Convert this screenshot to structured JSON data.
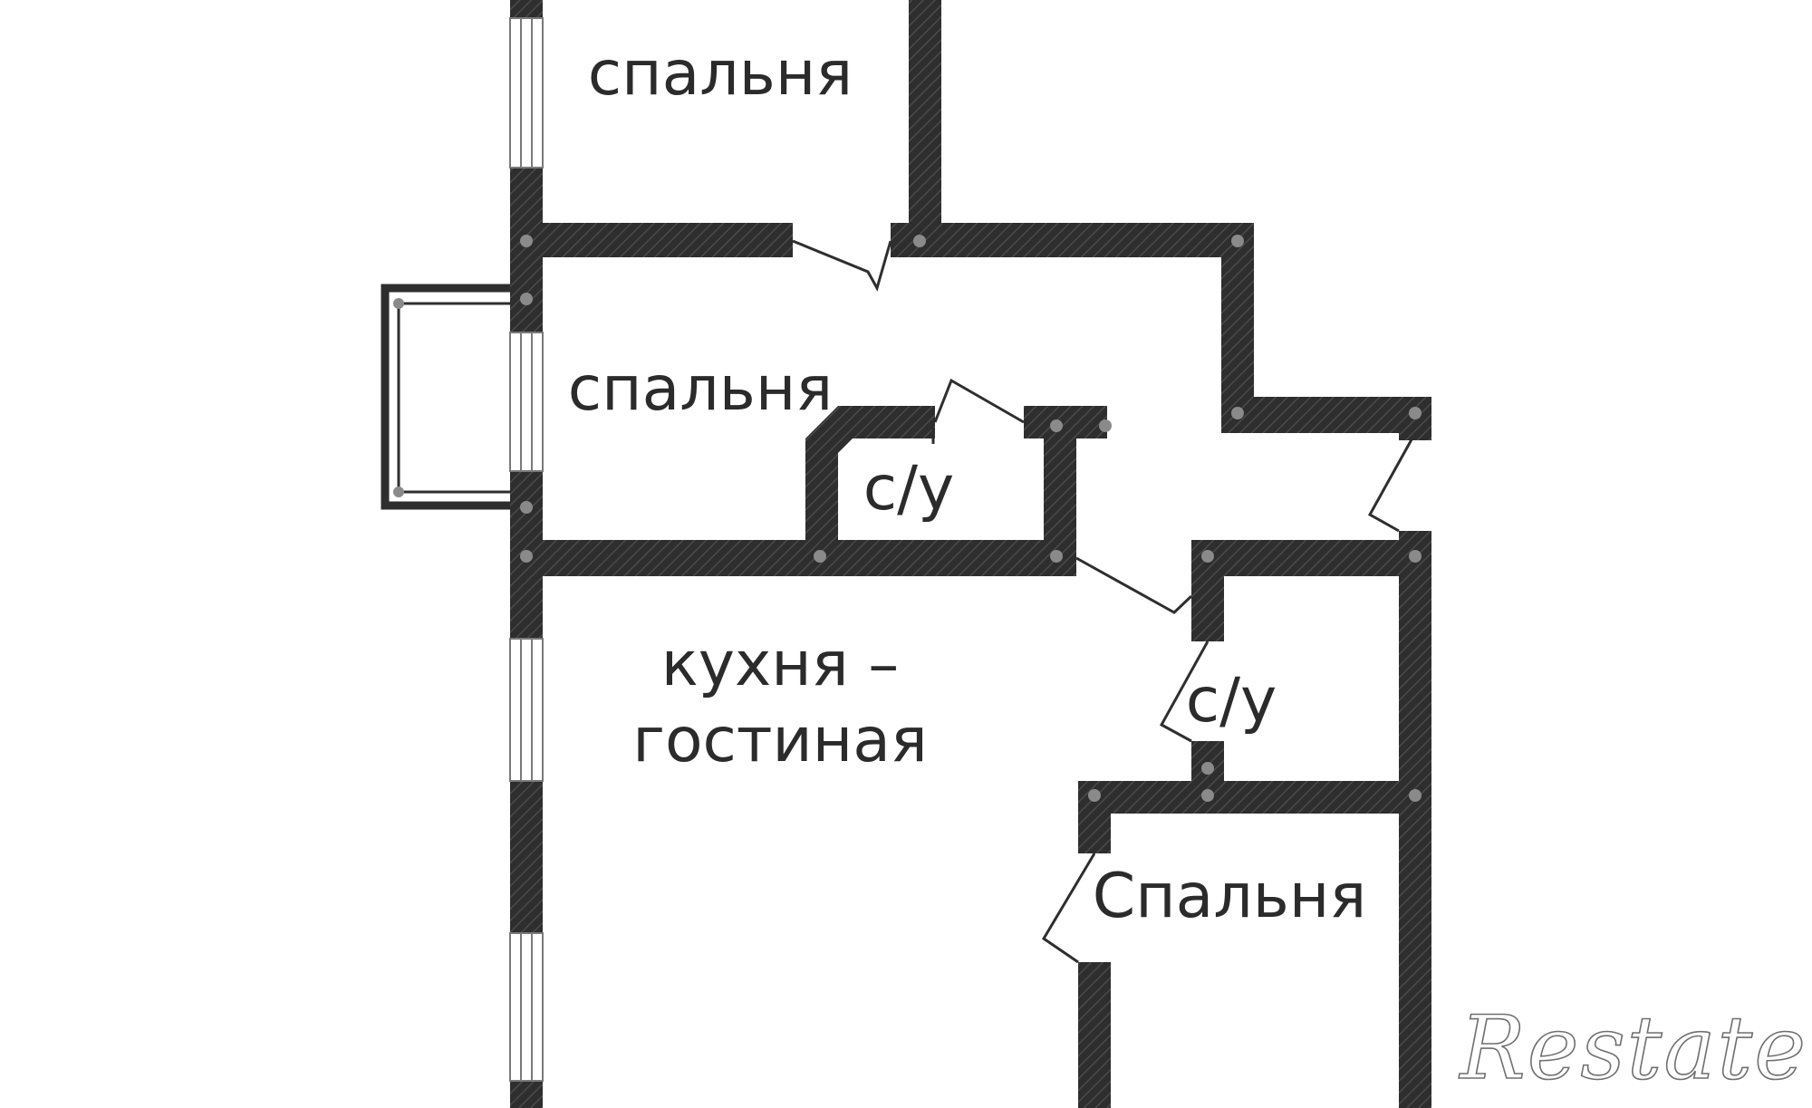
{
  "rooms": {
    "bedroom_top": "спальня",
    "bedroom_middle": "спальня",
    "bathroom_1": "с/у",
    "kitchen_living_line1": "кухня –",
    "kitchen_living_line2": "гостиная",
    "bathroom_2": "с/у",
    "bedroom_bottom": "Спальня"
  },
  "watermark": "Restate",
  "colors": {
    "wall": "#2e2e2e",
    "wall_hatch": "#4a4a4a",
    "window_line": "#7a7a7a",
    "text": "#2b2b2b",
    "background": "#ffffff"
  }
}
